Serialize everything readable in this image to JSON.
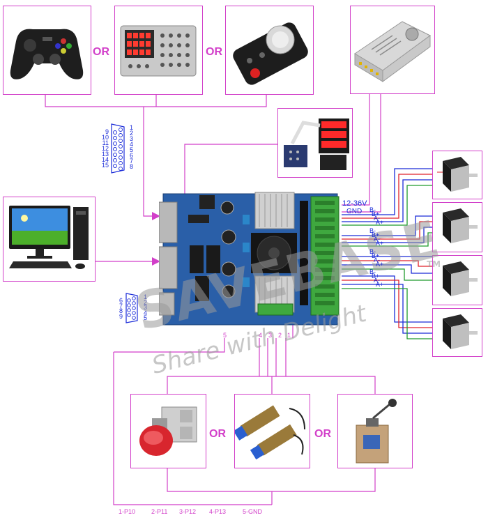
{
  "or_label": "OR",
  "power": {
    "voltage": "12-36V",
    "gnd": "GND"
  },
  "motor_pins": [
    "B-",
    "B+",
    "A-",
    "A+"
  ],
  "db15_pins": {
    "left": [
      "9",
      "10",
      "11",
      "12",
      "13",
      "14",
      "15"
    ],
    "right": [
      "1",
      "2",
      "3",
      "4",
      "5",
      "6",
      "7",
      "8"
    ]
  },
  "db9_pins": {
    "left": [
      "6",
      "7",
      "8",
      "9"
    ],
    "right": [
      "1",
      "2",
      "3",
      "4",
      "5"
    ]
  },
  "terminal_numbers": [
    "5",
    "4",
    "3",
    "2",
    "1"
  ],
  "limit_labels": [
    "1-P10",
    "2-P11",
    "3-P12",
    "4-P13",
    "5-GND"
  ],
  "watermark": {
    "brand": "SAVEBASE",
    "tm": "TM",
    "slogan": "Share with Delight"
  },
  "colors": {
    "accent": "#d23fc9",
    "wire_blue": "#1a2bd8",
    "wire_red": "#e0202a",
    "wire_green": "#1f9b2c",
    "board": "#2a5fa8"
  }
}
